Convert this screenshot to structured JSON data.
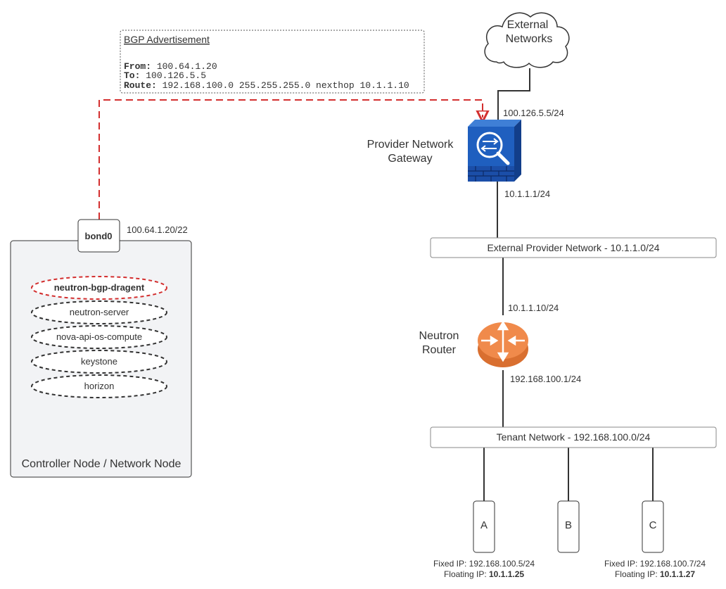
{
  "bgp": {
    "title": "BGP Advertisement",
    "from_key": "From:",
    "from_val": "100.64.1.20",
    "to_key": "To:",
    "to_val": "100.126.5.5",
    "route_key": "Route:",
    "route_val": "192.168.100.0 255.255.255.0 nexthop 10.1.1.10"
  },
  "external": {
    "line1": "External",
    "line2": "Networks"
  },
  "gateway": {
    "label_line1": "Provider Network",
    "label_line2": "Gateway",
    "ip_top": "100.126.5.5/24",
    "ip_bottom": "10.1.1.1/24"
  },
  "provider_network": {
    "label": "External Provider Network - 10.1.1.0/24"
  },
  "router": {
    "label_line1": "Neutron",
    "label_line2": "Router",
    "ip_top": "10.1.1.10/24",
    "ip_bottom": "192.168.100.1/24"
  },
  "tenant_network": {
    "label": "Tenant Network - 192.168.100.0/24"
  },
  "controller": {
    "interface": "bond0",
    "interface_ip": "100.64.1.20/22",
    "caption": "Controller Node / Network Node",
    "services": [
      "neutron-bgp-dragent",
      "neutron-server",
      "nova-api-os-compute",
      "keystone",
      "horizon"
    ]
  },
  "instances": [
    {
      "name": "A",
      "fixed_key": "Fixed IP:",
      "fixed": "192.168.100.5/24",
      "floating_key": "Floating IP:",
      "floating": "10.1.1.25"
    },
    {
      "name": "B"
    },
    {
      "name": "C",
      "fixed_key": "Fixed IP:",
      "fixed": "192.168.100.7/24",
      "floating_key": "Floating IP:",
      "floating": "10.1.1.27"
    }
  ],
  "colors": {
    "bgp_path": "#d32f2f",
    "router": "#f08a4b",
    "gateway": "#1f5fbf",
    "line": "#333333"
  }
}
